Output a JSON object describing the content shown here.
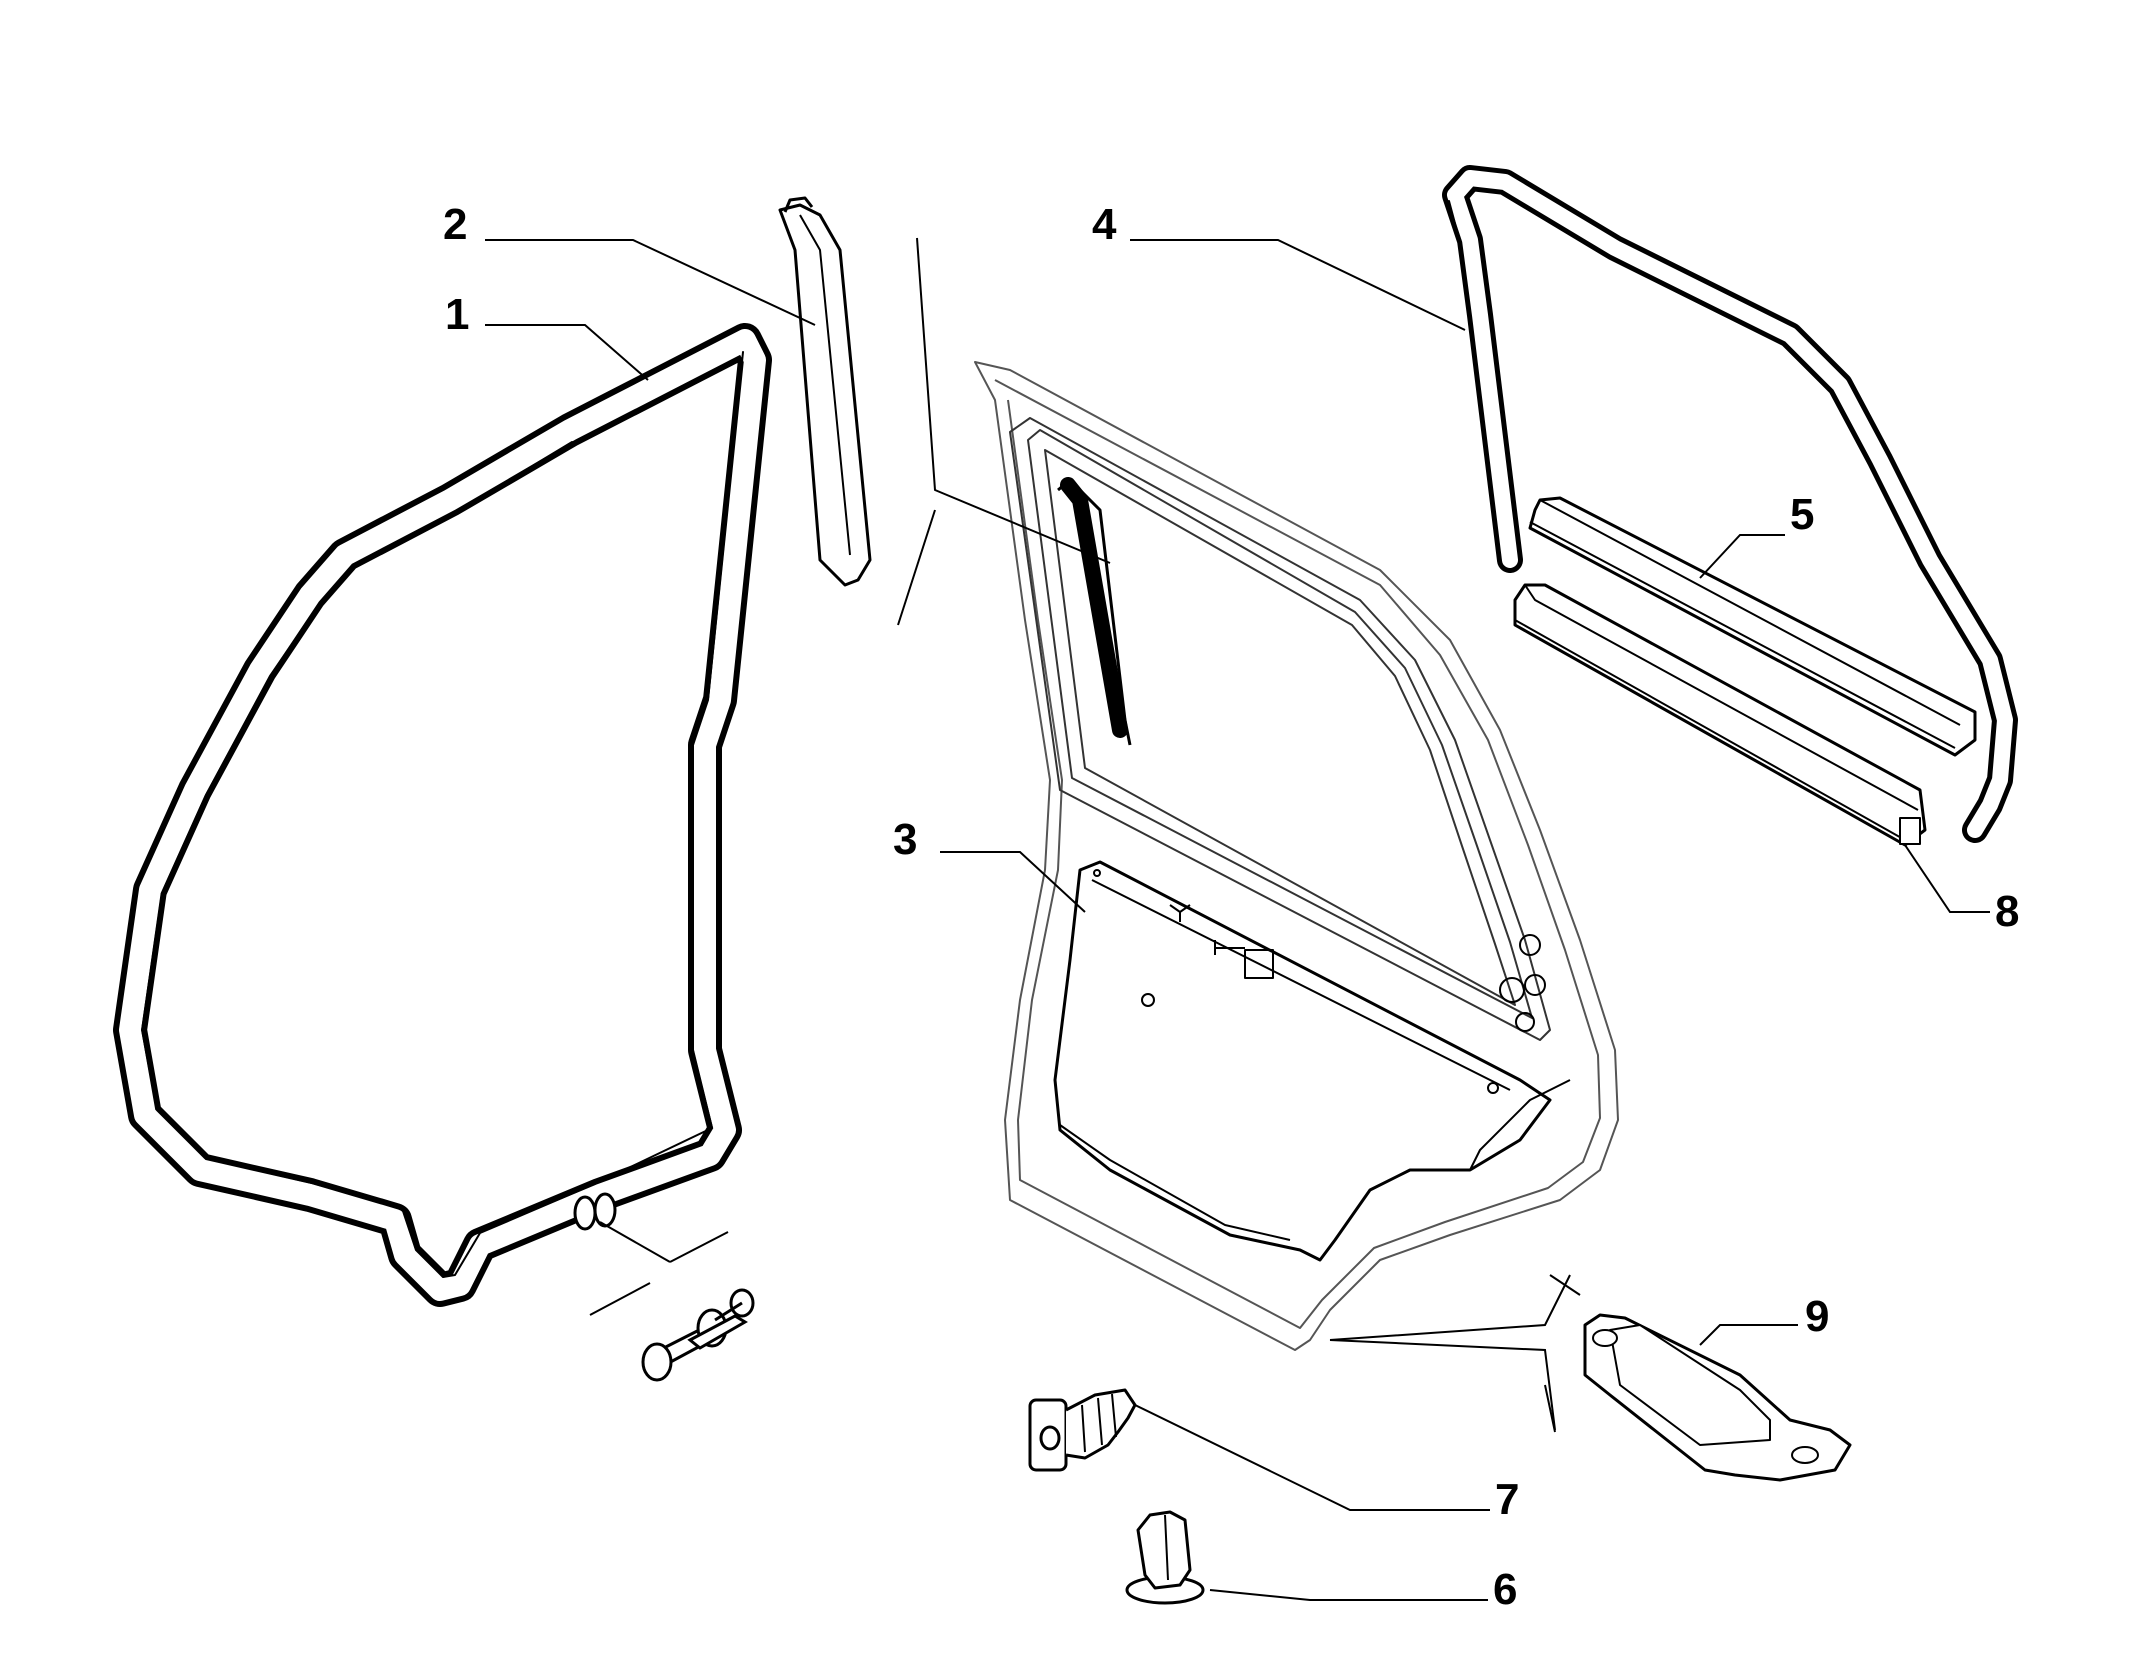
{
  "diagram": {
    "type": "exploded-parts-diagram",
    "line_color": "#000000",
    "background": "#ffffff",
    "callouts": [
      {
        "id": "c1",
        "label": "1"
      },
      {
        "id": "c2",
        "label": "2"
      },
      {
        "id": "c3",
        "label": "3"
      },
      {
        "id": "c4",
        "label": "4"
      },
      {
        "id": "c5",
        "label": "5"
      },
      {
        "id": "c6",
        "label": "6"
      },
      {
        "id": "c7",
        "label": "7"
      },
      {
        "id": "c8",
        "label": "8"
      },
      {
        "id": "c9",
        "label": "9"
      }
    ]
  }
}
